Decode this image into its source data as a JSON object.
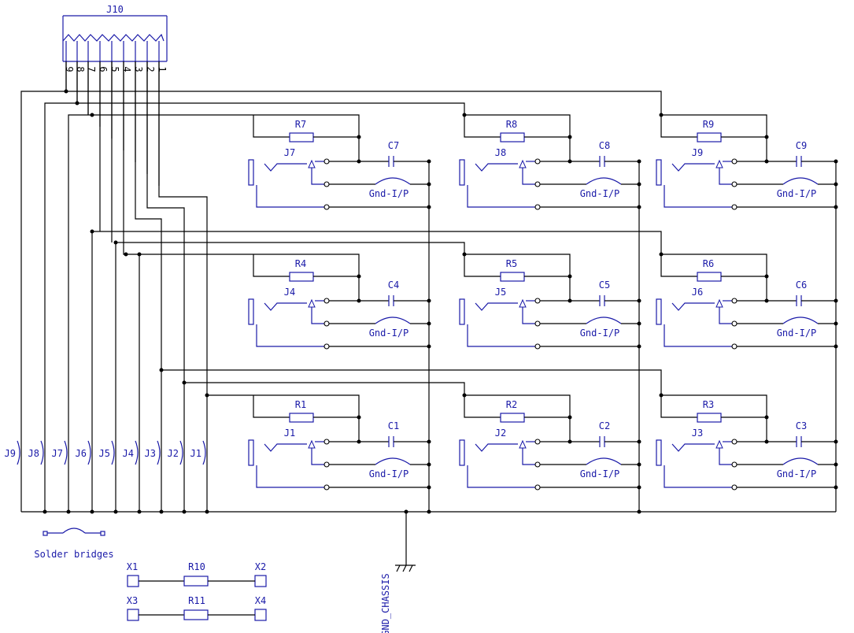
{
  "connector": {
    "name": "J10",
    "pins": [
      "9",
      "8",
      "7",
      "6",
      "5",
      "4",
      "3",
      "2",
      "1"
    ]
  },
  "channels": [
    {
      "jack": "J7",
      "r": "R7",
      "c": "C7",
      "gnd": "Gnd-I/P"
    },
    {
      "jack": "J8",
      "r": "R8",
      "c": "C8",
      "gnd": "Gnd-I/P"
    },
    {
      "jack": "J9",
      "r": "R9",
      "c": "C9",
      "gnd": "Gnd-I/P"
    },
    {
      "jack": "J4",
      "r": "R4",
      "c": "C4",
      "gnd": "Gnd-I/P"
    },
    {
      "jack": "J5",
      "r": "R5",
      "c": "C5",
      "gnd": "Gnd-I/P"
    },
    {
      "jack": "J6",
      "r": "R6",
      "c": "C6",
      "gnd": "Gnd-I/P"
    },
    {
      "jack": "J1",
      "r": "R1",
      "c": "C1",
      "gnd": "Gnd-I/P"
    },
    {
      "jack": "J2",
      "r": "R2",
      "c": "C2",
      "gnd": "Gnd-I/P"
    },
    {
      "jack": "J3",
      "r": "R3",
      "c": "C3",
      "gnd": "Gnd-I/P"
    }
  ],
  "bridges": [
    "J9",
    "J8",
    "J7",
    "J6",
    "J5",
    "J4",
    "J3",
    "J2",
    "J1"
  ],
  "solder_label": "Solder bridges",
  "chassis_label": "GND_CHASSIS",
  "extras": [
    {
      "left": "X1",
      "res": "R10",
      "right": "X2"
    },
    {
      "left": "X3",
      "res": "R11",
      "right": "X4"
    }
  ]
}
